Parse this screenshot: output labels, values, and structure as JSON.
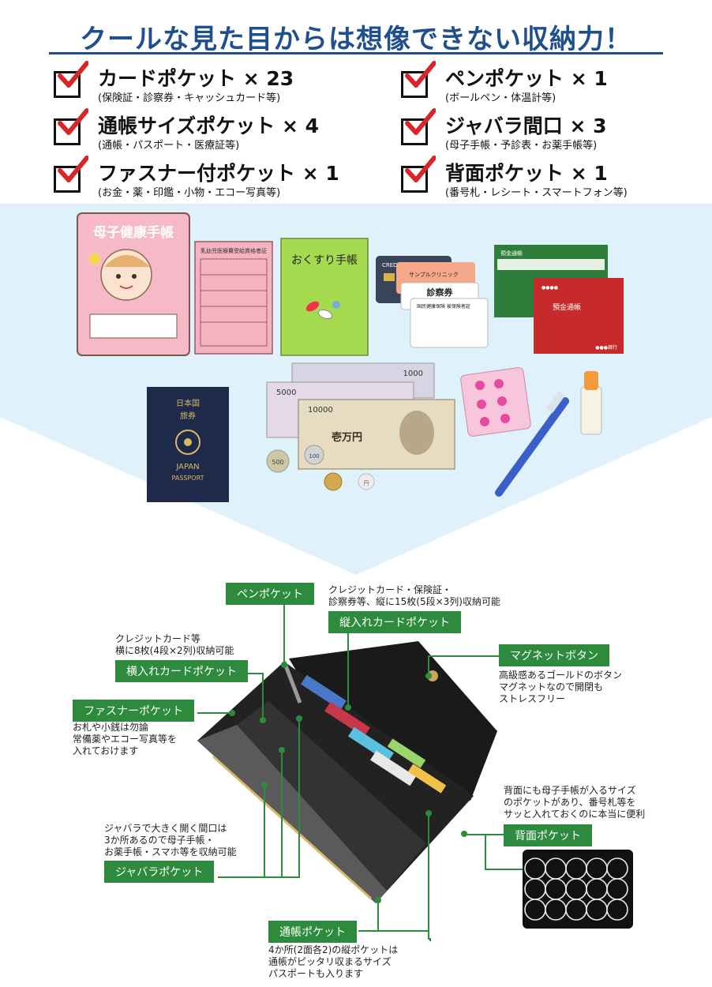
{
  "headline": "クールな見た目からは想像できない収納力！",
  "features": [
    {
      "title": "カードポケット × 23",
      "sub": "(保険証・診察券・キャッシュカード等)"
    },
    {
      "title": "通帳サイズポケット × 4",
      "sub": "(通帳・パスポート・医療証等)"
    },
    {
      "title": "ファスナー付ポケット × 1",
      "sub": "(お金・薬・印鑑・小物・エコー写真等)"
    },
    {
      "title": "ペンポケット × 1",
      "sub": "(ボールペン・体温計等)"
    },
    {
      "title": "ジャバラ間口 × 3",
      "sub": "(母子手帳・予診表・お薬手帳等)"
    },
    {
      "title": "背面ポケット × 1",
      "sub": "(番号札・レシート・スマートフォン等)"
    }
  ],
  "illustration": {
    "boshi_techo": "母子健康手帳",
    "medical_cert": "乳幼児医療費受給資格者証",
    "okusuri_techo": "おくすり手帳",
    "credit_card": "CREDIT CARD",
    "clinic_card": "サンプルクリニック",
    "shinsatsuken": "診察券",
    "insurance_card": "国民健康保険 被保険者証",
    "bankbook_1": "預金通帳",
    "bankbook_2": "預金通帳",
    "bank_name": "●●●銀行",
    "bankbook_stars": "●●●●",
    "passport_jp_1": "日本国",
    "passport_jp_2": "旅券",
    "passport_en_1": "JAPAN",
    "passport_en_2": "PASSPORT",
    "bill_10000": "10000",
    "bill_10000_kanji": "壱万円",
    "bill_5000": "5000",
    "bill_1000": "1000",
    "coin_500": "500",
    "coin_100": "100",
    "yen_small": "円"
  },
  "callouts": {
    "pen": "ペンポケット",
    "vertical_card": "縦入れカードポケット",
    "vertical_card_note": [
      "クレジットカード・保険証・",
      "診察券等、縦に15枚(5段×3列)収納可能"
    ],
    "horizontal_card": "横入れカードポケット",
    "horizontal_card_note": [
      "クレジットカード等",
      "横に8枚(4段×2列)収納可能"
    ],
    "magnet": "マグネットボタン",
    "magnet_note": [
      "高級感あるゴールドのボタン",
      "マグネットなので開閉も",
      "ストレスフリー"
    ],
    "zipper": "ファスナーポケット",
    "zipper_note": [
      "お札や小銭は勿論",
      "常備薬やエコー写真等を",
      "入れておけます"
    ],
    "back": "背面ポケット",
    "back_note": [
      "背面にも母子手帳が入るサイズ",
      "のポケットがあり、番号札等を",
      "サッと入れておくのに本当に便利"
    ],
    "jabara": "ジャバラポケット",
    "jabara_note": [
      "ジャバラで大きく開く間口は",
      "3か所あるので母子手帳・",
      "お薬手帳・スマホ等を収納可能"
    ],
    "bankbook": "通帳ポケット",
    "bankbook_note": [
      "4か所(2面各2)の縦ポケットは",
      "通帳がピッタリ収まるサイズ",
      "パスポートも入ります"
    ]
  },
  "colors": {
    "headline": "#1f4f8e",
    "check": "#d9252a",
    "callout_bg": "#2e8b3e",
    "band": "#dff1fb",
    "wallet": "#141414"
  }
}
